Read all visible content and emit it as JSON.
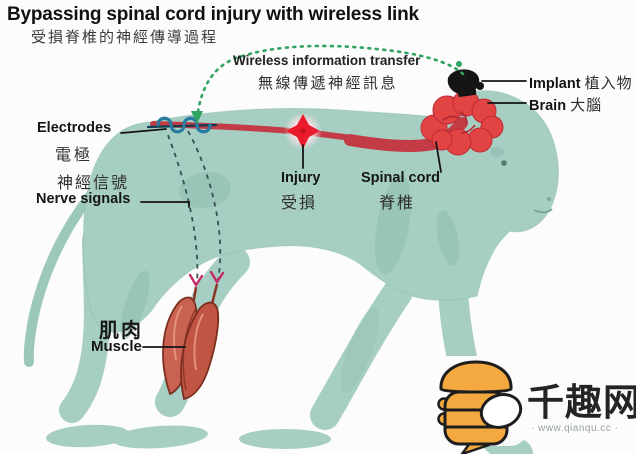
{
  "title": {
    "en": "Bypassing spinal cord injury with wireless link",
    "zh": "受損脊椎的神經傳導過程"
  },
  "labels": {
    "wireless": {
      "en": "Wireless information transfer",
      "zh": "無線傳遞神經訊息"
    },
    "electrodes": {
      "en": "Electrodes",
      "zh": "電極"
    },
    "nerve_signals": {
      "en": "Nerve signals",
      "zh": "神經信號"
    },
    "injury": {
      "en": "Injury",
      "zh": "受損"
    },
    "spinal_cord": {
      "en": "Spinal cord",
      "zh": "脊椎"
    },
    "implant": {
      "en": "Implant",
      "zh": "植入物"
    },
    "brain": {
      "en": "Brain",
      "zh": "大腦"
    },
    "muscle": {
      "en": "Muscle",
      "zh": "肌肉"
    }
  },
  "watermark": {
    "site_name": "千趣网",
    "url": "· www.qianqu.cc ·"
  },
  "colors": {
    "monkey_body": "#a6cec3",
    "body_shadow": "#8ebdb0",
    "spinal_cord_red": "#c23b45",
    "brain_red": "#e24343",
    "injury_red": "#ea1b2d",
    "electrode_blue": "#2a7ba1",
    "wireless_green": "#2fa361",
    "nerve_dash_dark": "#36514e",
    "arrow_magenta": "#c42a68",
    "muscle_red": "#c05544",
    "logo_orange": "#f3a93f"
  }
}
